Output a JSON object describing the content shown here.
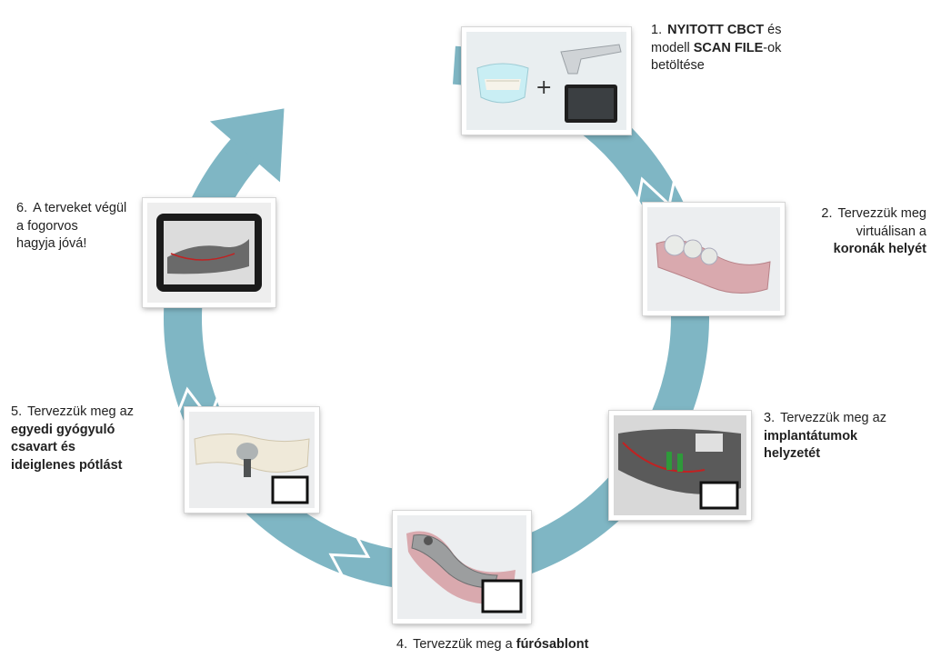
{
  "diagram": {
    "ring_color": "#7fb6c4",
    "ring_divider_color": "#ffffff",
    "steps": [
      {
        "number": "1.",
        "parts": [
          {
            "text": "NYITOTT CBCT",
            "bold": true
          },
          {
            "text": " és",
            "bold": false
          },
          {
            "text": "modell ",
            "bold": false,
            "newline": true
          },
          {
            "text": "SCAN FILE",
            "bold": true
          },
          {
            "text": "-ok",
            "bold": false
          },
          {
            "text": "betöltése",
            "bold": false,
            "newline": true
          }
        ],
        "image": "cbct-scan-devices"
      },
      {
        "number": "2.",
        "parts": [
          {
            "text": "Tervezzük meg",
            "bold": false
          },
          {
            "text": "virtuálisan a",
            "bold": false,
            "newline": true
          },
          {
            "text": "koronák helyét",
            "bold": true,
            "newline": true
          }
        ],
        "image": "virtual-crowns-model"
      },
      {
        "number": "3.",
        "parts": [
          {
            "text": "Tervezzük meg az",
            "bold": false
          },
          {
            "text": "implantátumok",
            "bold": true,
            "newline": true
          },
          {
            "text": "helyzetét",
            "bold": true,
            "newline": true
          }
        ],
        "image": "implant-planning-cbct"
      },
      {
        "number": "4.",
        "parts": [
          {
            "text": "Tervezzük meg a ",
            "bold": false
          },
          {
            "text": "fúrósablont",
            "bold": true
          }
        ],
        "image": "drill-guide-model"
      },
      {
        "number": "5.",
        "parts": [
          {
            "text": "Tervezzük meg az",
            "bold": false
          },
          {
            "text": "egyedi gyógyuló",
            "bold": true,
            "newline": true
          },
          {
            "text": "csavart és",
            "bold": true,
            "newline": true
          },
          {
            "text": "ideiglenes pótlást",
            "bold": true,
            "newline": true
          }
        ],
        "image": "healing-abutment-temporary"
      },
      {
        "number": "6.",
        "parts": [
          {
            "text": "A terveket végül",
            "bold": false
          },
          {
            "text": "a fogorvos",
            "bold": false,
            "newline": true
          },
          {
            "text": "hagyja jóvá!",
            "bold": false,
            "newline": true
          }
        ],
        "image": "tablet-approval"
      }
    ]
  }
}
